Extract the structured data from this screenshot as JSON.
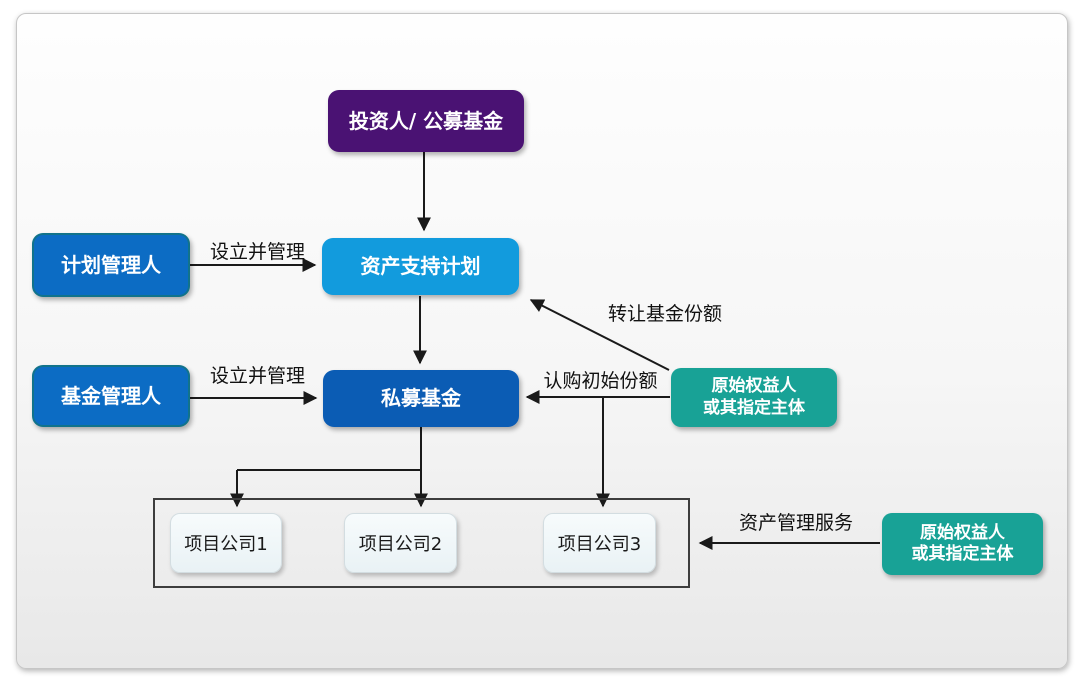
{
  "diagram": {
    "nodes": {
      "investor": {
        "label": "投资人/ 公募基金",
        "color": "#4a1273"
      },
      "plan_manager": {
        "label": "计划管理人",
        "color": "#0c6cc4"
      },
      "asset_plan": {
        "label": "资产支持计划",
        "color": "#129bdd"
      },
      "fund_manager": {
        "label": "基金管理人",
        "color": "#0c6cc4"
      },
      "private_fund": {
        "label": "私募基金",
        "color": "#0b5cb4"
      },
      "original_holder_mid": {
        "line1": "原始权益人",
        "line2": "或其指定主体",
        "color": "#18a296"
      },
      "project1": {
        "label": "项目公司1"
      },
      "project2": {
        "label": "项目公司2"
      },
      "project3": {
        "label": "项目公司3"
      },
      "original_holder_bottom": {
        "line1": "原始权益人",
        "line2": "或其指定主体",
        "color": "#18a296"
      }
    },
    "edges": {
      "establish_manage_1": "设立并管理",
      "establish_manage_2": "设立并管理",
      "transfer_fund_shares": "转让基金份额",
      "subscribe_initial_shares": "认购初始份额",
      "asset_management_service": "资产管理服务"
    },
    "colors": {
      "line": "#1a1a1a",
      "project_box_bg": "#eef4f6",
      "card_bg_top": "#fefefe",
      "card_bg_bottom": "#e8e8e8"
    }
  }
}
